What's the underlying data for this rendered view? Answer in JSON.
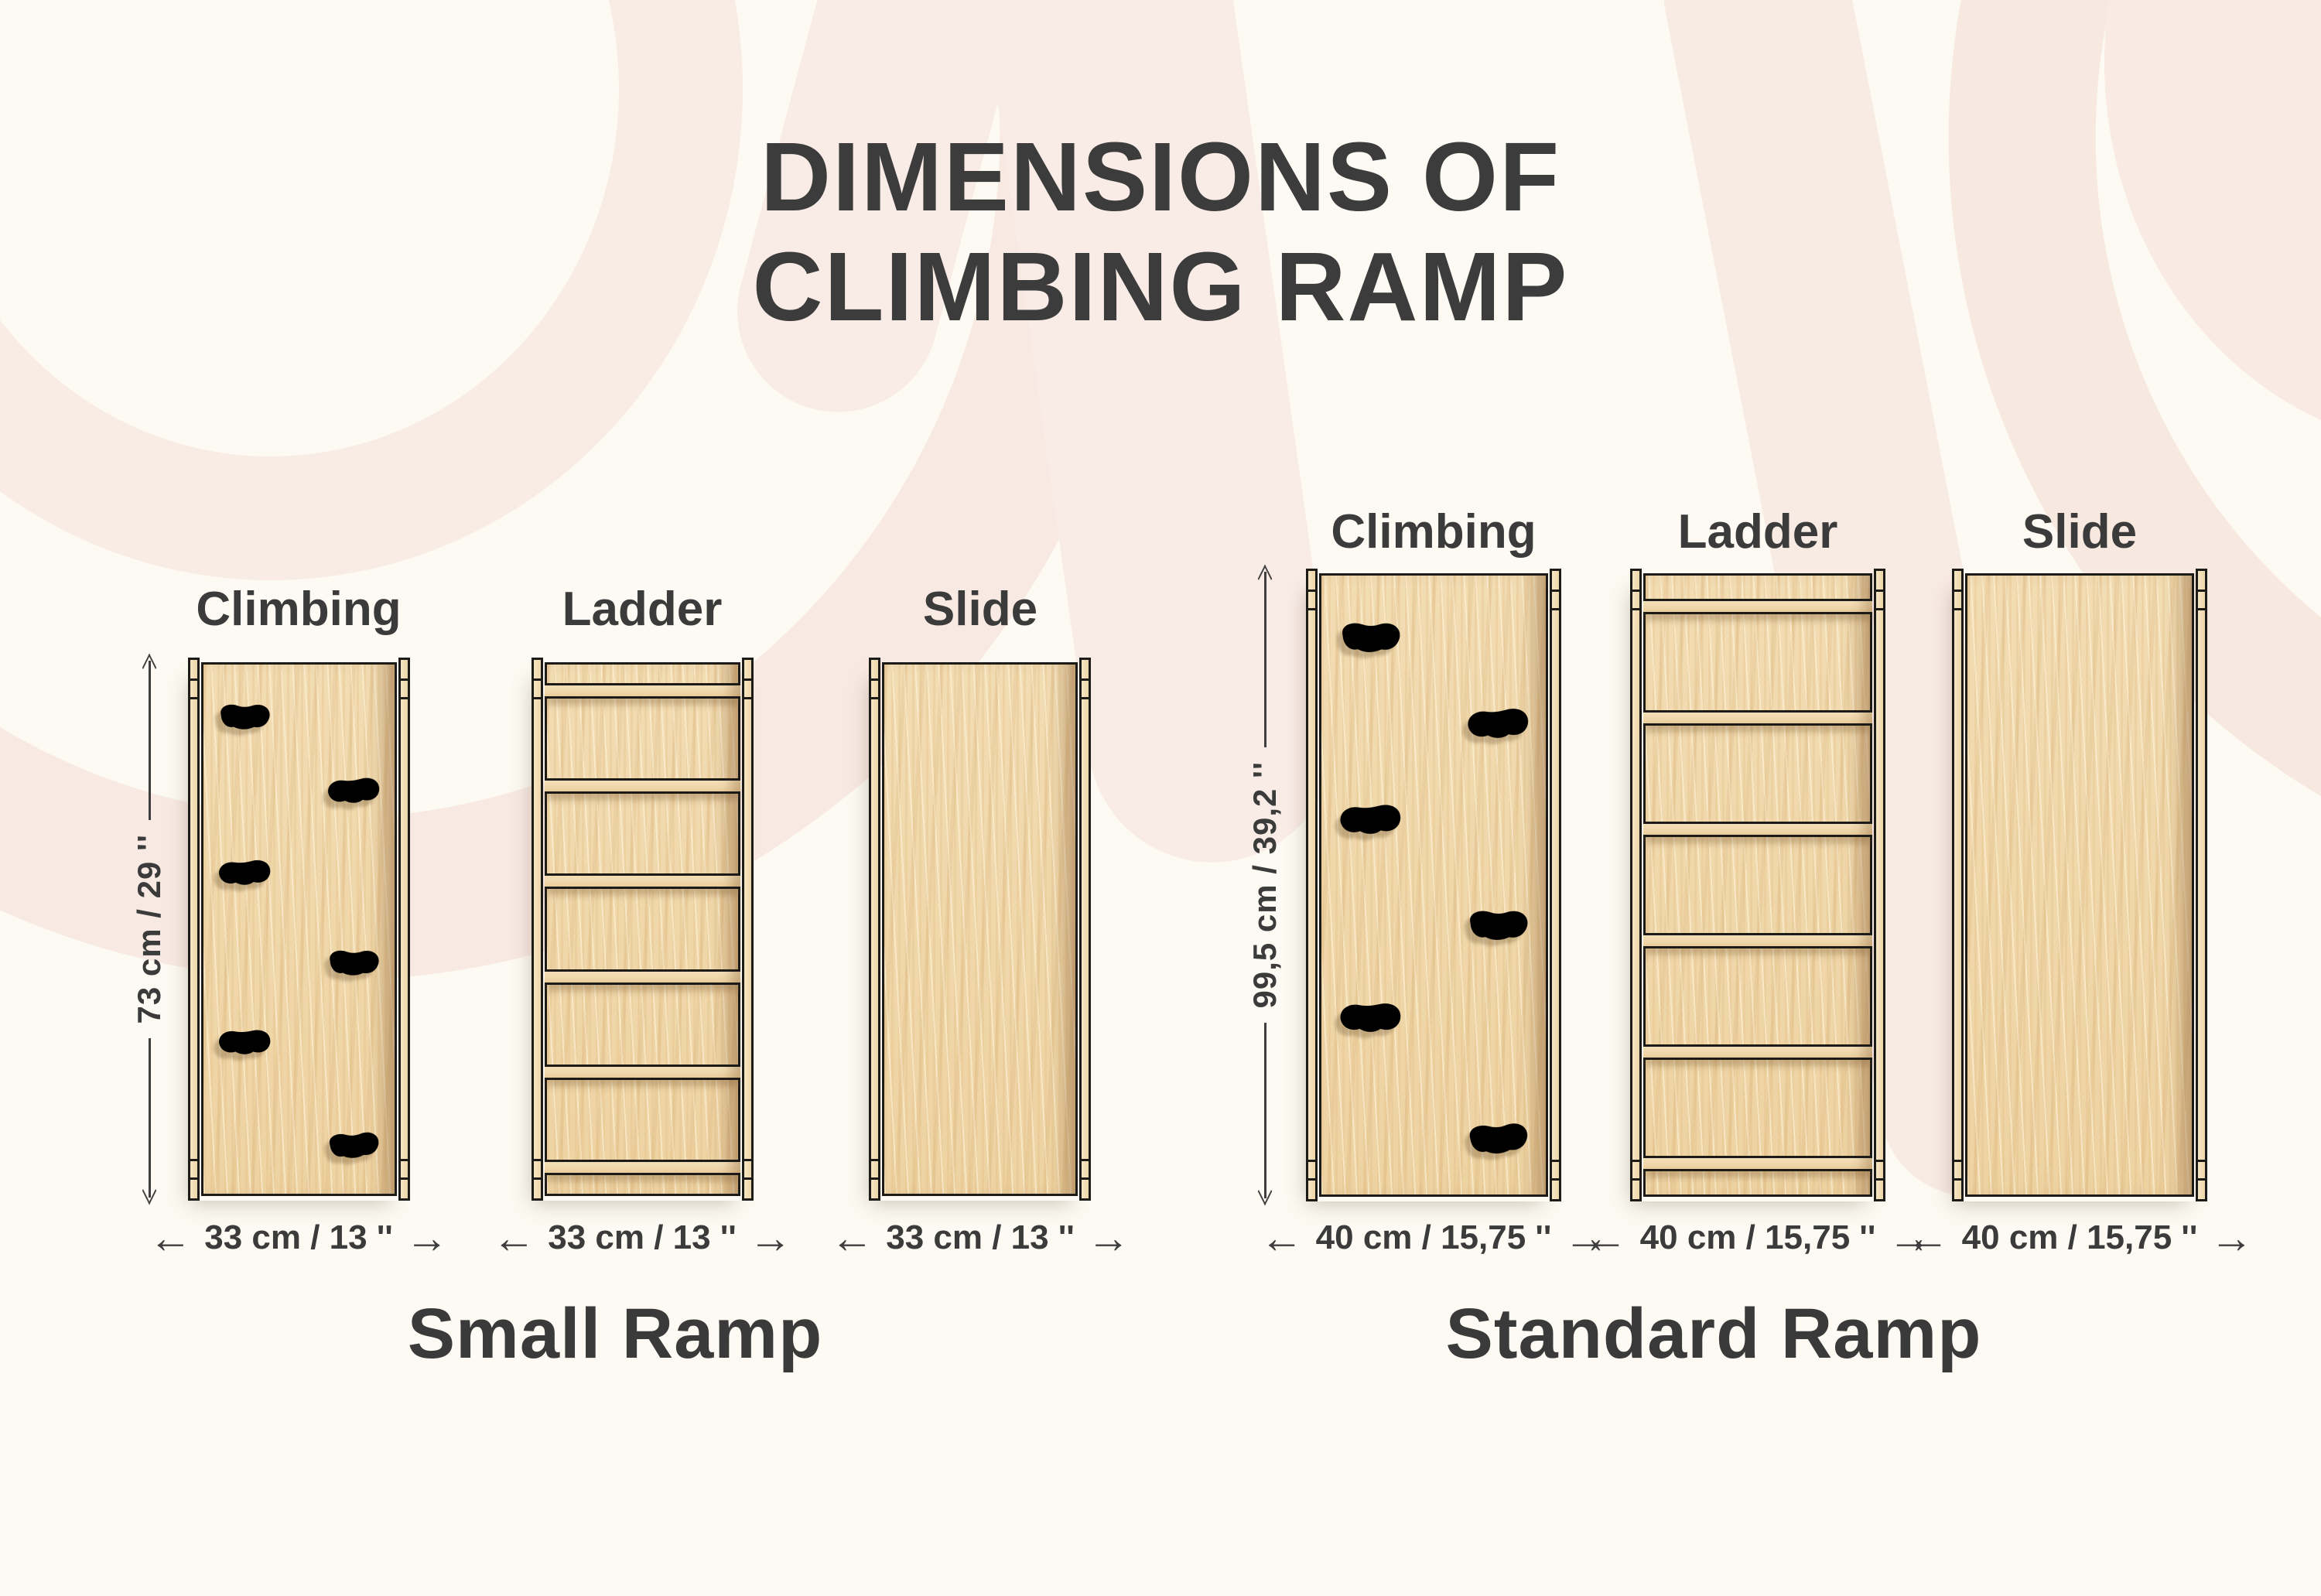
{
  "page": {
    "title_line1": "DIMENSIONS OF",
    "title_line2": "CLIMBING RAMP"
  },
  "icons": {
    "arrow_left": "←",
    "arrow_right": "→",
    "dimension_arrowhead": "chevron"
  },
  "colors": {
    "background": "#fcfaf2",
    "swirl_pink": "#f8eae2",
    "text": "#3b3b3b",
    "outline": "#1d1b18",
    "wood_light": "#f2dcb3",
    "wood_dark": "#eed3a2"
  },
  "groups": [
    {
      "title": "Small Ramp",
      "height_label": "73 cm / 29 ''",
      "panels": [
        {
          "label": "Climbing",
          "width_label": "33 cm / 13 ''"
        },
        {
          "label": "Ladder",
          "width_label": "33 cm / 13 ''"
        },
        {
          "label": "Slide",
          "width_label": "33 cm / 13 ''"
        }
      ]
    },
    {
      "title": "Standard Ramp",
      "height_label": "99,5 cm / 39,2 ''",
      "panels": [
        {
          "label": "Climbing",
          "width_label": "40 cm / 15,75 ''"
        },
        {
          "label": "Ladder",
          "width_label": "40 cm / 15,75 ''"
        },
        {
          "label": "Slide",
          "width_label": "40 cm / 15,75 ''"
        }
      ]
    }
  ]
}
